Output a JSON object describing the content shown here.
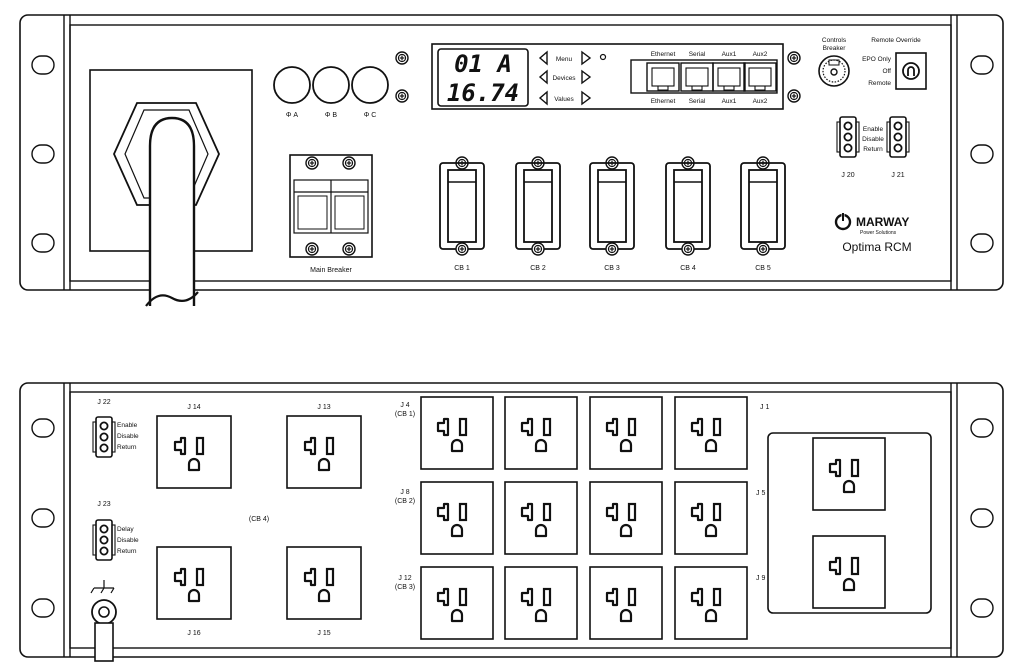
{
  "front": {
    "phases": [
      "Φ A",
      "Φ B",
      "Φ C"
    ],
    "main_breaker_label": "Main Breaker",
    "display": {
      "line1": "01 A",
      "line2": "16.74"
    },
    "nav": {
      "menu": "Menu",
      "devices": "Devices",
      "values": "Values"
    },
    "ports_top": [
      "Ethernet",
      "Serial",
      "Aux1",
      "Aux2"
    ],
    "ports_bottom": [
      "Ethernet",
      "Serial",
      "Aux1",
      "Aux2"
    ],
    "breakers": [
      "CB 1",
      "CB 2",
      "CB 3",
      "CB 4",
      "CB 5"
    ],
    "controls_breaker": {
      "line1": "Controls",
      "line2": "Breaker"
    },
    "remote_override": {
      "title": "Remote Override",
      "options": [
        "EPO Only",
        "Off",
        "Remote"
      ]
    },
    "connector_labels": [
      "Enable",
      "Disable",
      "Return"
    ],
    "j20": "J 20",
    "j21": "J 21",
    "brand": {
      "name": "MARWAY",
      "tagline": "Power Solutions",
      "model": "Optima RCM"
    }
  },
  "rear": {
    "j22": "J 22",
    "j22_labels": [
      "Enable",
      "Disable",
      "Return"
    ],
    "j23": "J 23",
    "j23_labels": [
      "Delay",
      "Disable",
      "Return"
    ],
    "j14": "J 14",
    "j13": "J 13",
    "j16": "J 16",
    "j15": "J 15",
    "cb4": "(CB 4)",
    "j4": "J 4",
    "cb1": "(CB 1)",
    "j8": "J 8",
    "cb2": "(CB 2)",
    "j12": "J 12",
    "cb3": "(CB 3)",
    "j1": "J 1",
    "j5": "J 5",
    "j9": "J 9"
  }
}
